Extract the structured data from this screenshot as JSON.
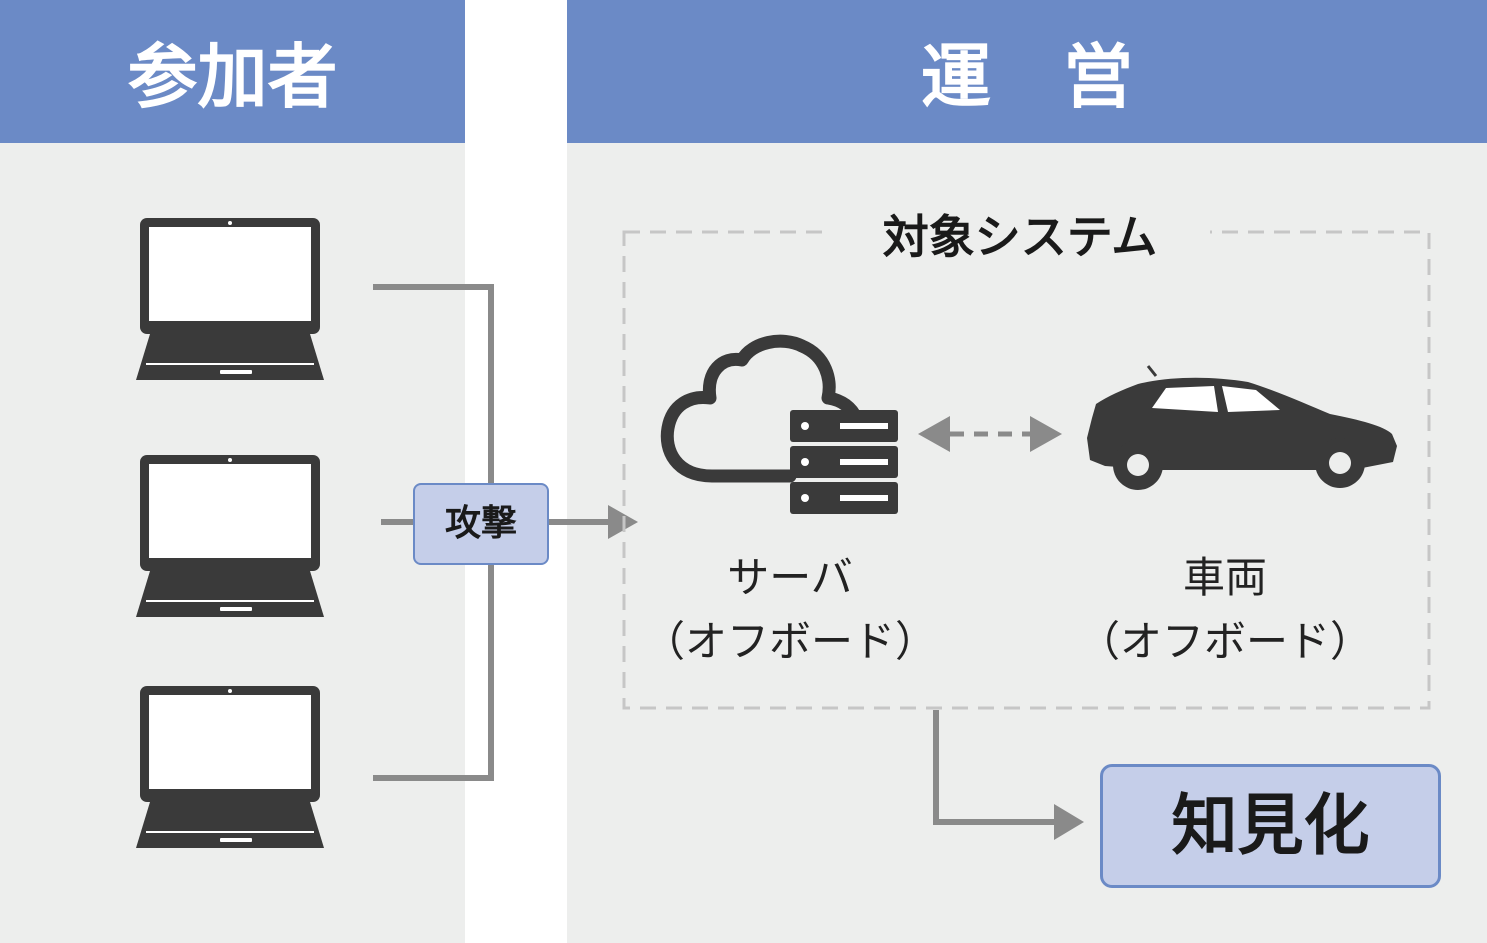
{
  "participants": {
    "header": "参加者",
    "laptop_icons": [
      "laptop-icon",
      "laptop-icon",
      "laptop-icon"
    ]
  },
  "operations": {
    "header": "運 営"
  },
  "attack_label": "攻撃",
  "target_system": {
    "title": "対象システム",
    "server": {
      "line1": "サーバ",
      "line2": "（オフボード）",
      "icon": "cloud-server-icon"
    },
    "vehicle": {
      "line1": "車両",
      "line2": "（オフボード）",
      "icon": "car-icon"
    }
  },
  "insight_label": "知見化",
  "colors": {
    "header_bg": "#6b8ac6",
    "panel_bg": "#edeeed",
    "box_fill": "#c5cee9",
    "icon": "#3a3a3a",
    "connector": "#8a8a8a"
  }
}
